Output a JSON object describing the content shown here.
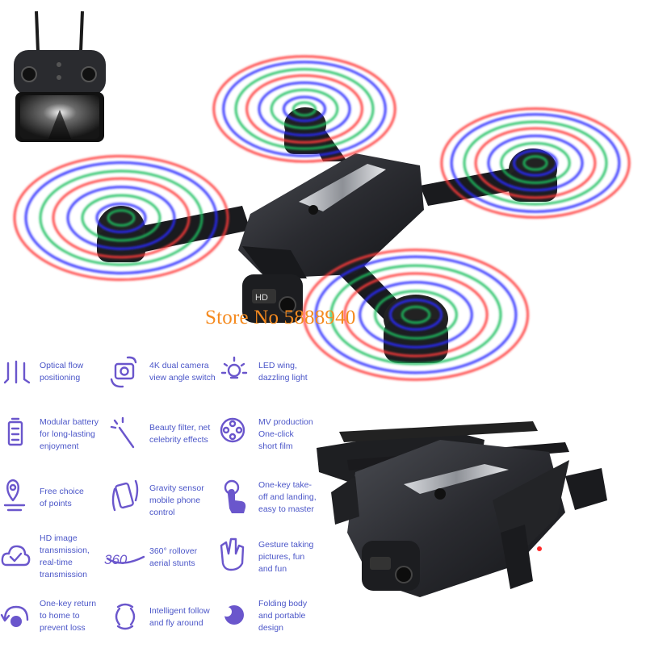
{
  "watermark": "Store No 5888940",
  "colors": {
    "accent": "#6a56cc",
    "text": "#4b56c8",
    "ring_red": "#ff3b3b",
    "ring_blue": "#2a2aff",
    "ring_green": "#20c060",
    "watermark": "#f58a1f"
  },
  "features": [
    {
      "icon": "optical-flow-icon",
      "lines": [
        "Optical flow",
        "positioning"
      ]
    },
    {
      "icon": "dual-camera-icon",
      "lines": [
        "4K dual camera",
        "view angle switch"
      ]
    },
    {
      "icon": "led-bulb-icon",
      "lines": [
        "LED wing,",
        "dazzling light"
      ]
    },
    {
      "icon": "battery-icon",
      "lines": [
        "Modular battery",
        "for long-lasting",
        "enjoyment"
      ]
    },
    {
      "icon": "magic-wand-icon",
      "lines": [
        "Beauty filter, net",
        "celebrity effects"
      ]
    },
    {
      "icon": "film-reel-icon",
      "lines": [
        "MV production",
        "One-click",
        "short film"
      ]
    },
    {
      "icon": "location-pin-icon",
      "lines": [
        "Free choice",
        "of points"
      ]
    },
    {
      "icon": "phone-gravity-icon",
      "lines": [
        "Gravity sensor",
        "mobile phone",
        "control"
      ]
    },
    {
      "icon": "tap-hand-icon",
      "lines": [
        "One-key take-",
        "off and landing,",
        "easy to master"
      ]
    },
    {
      "icon": "cloud-check-icon",
      "lines": [
        "HD image",
        "transmission,",
        "real-time",
        "transmission"
      ]
    },
    {
      "icon": "rollover-360-icon",
      "label": "360",
      "lines": [
        "360° rollover",
        "aerial stunts"
      ]
    },
    {
      "icon": "gesture-hand-icon",
      "lines": [
        "Gesture taking",
        "pictures, fun",
        "and fun"
      ]
    },
    {
      "icon": "home-return-icon",
      "lines": [
        "One-key return",
        "to home to",
        "prevent loss"
      ]
    },
    {
      "icon": "follow-icon",
      "lines": [
        "Intelligent follow",
        "and fly around"
      ]
    },
    {
      "icon": "fold-body-icon",
      "lines": [
        "Folding body",
        "and portable",
        "design"
      ]
    }
  ],
  "camera_badge": "HD"
}
